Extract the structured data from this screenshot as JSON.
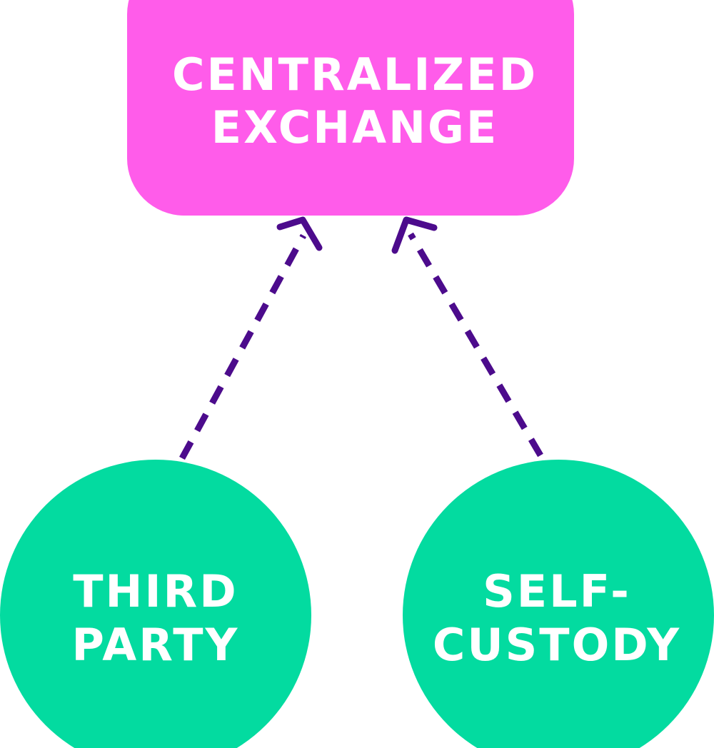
{
  "diagram": {
    "colors": {
      "exchange_fill": "#FF5CEA",
      "party_fill": "#03DBA0",
      "connector": "#4C0B8C",
      "label": "#FFFFFF",
      "background": "#FFFFFF"
    },
    "exchange": {
      "line1": "CENTRALIZED",
      "line2": "EXCHANGE"
    },
    "third_party": {
      "line1": "THIRD",
      "line2": "PARTY"
    },
    "self_custody": {
      "line1": "SELF-",
      "line2": "CUSTODY"
    },
    "connections": [
      {
        "from": "third_party",
        "to": "exchange",
        "style": "dashed-arrow"
      },
      {
        "from": "self_custody",
        "to": "exchange",
        "style": "dashed-arrow"
      }
    ]
  }
}
